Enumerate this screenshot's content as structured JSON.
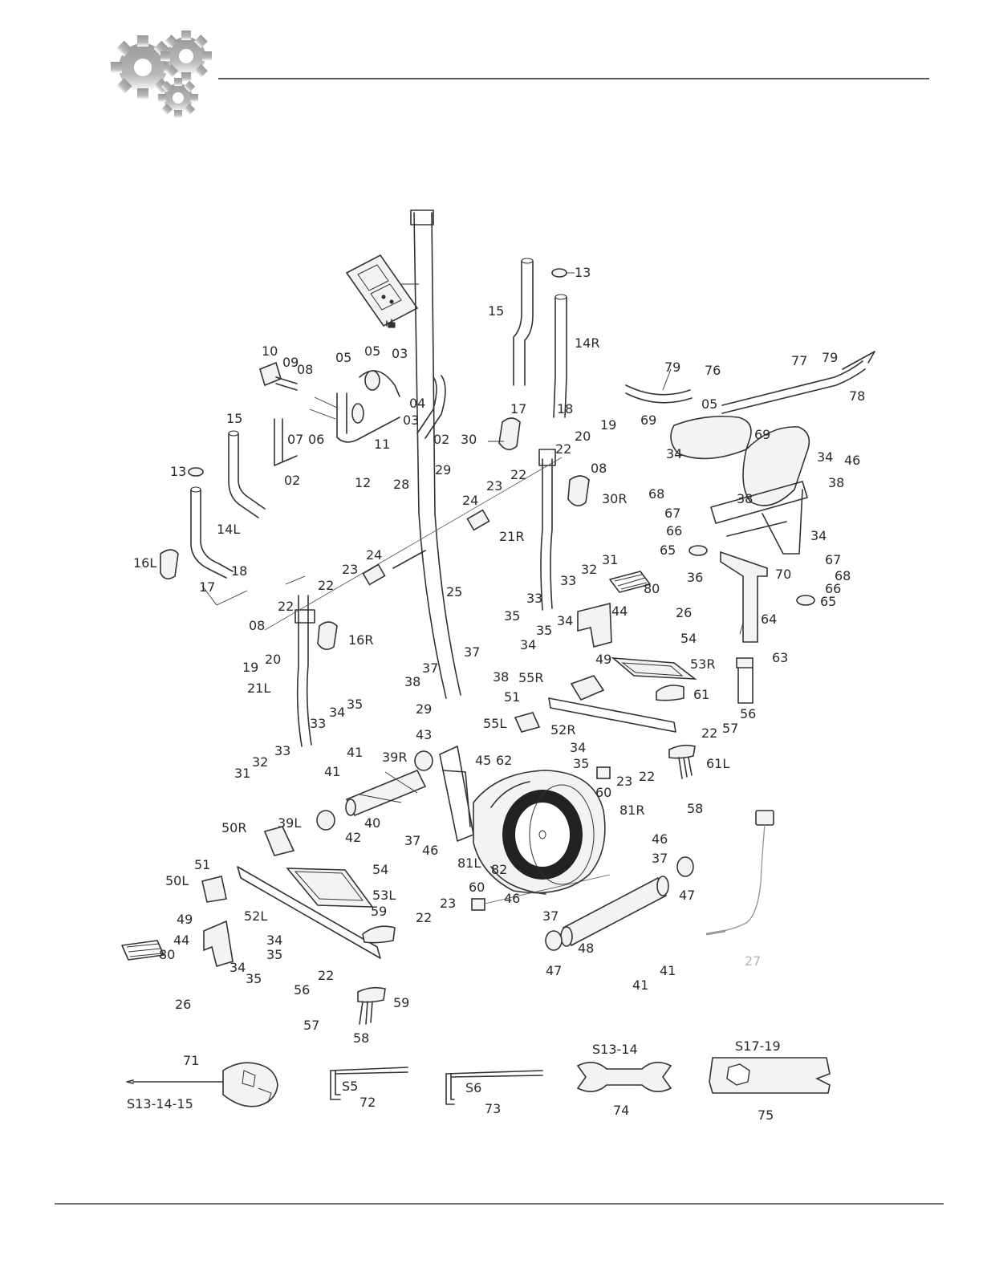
{
  "header": {
    "logo_icon": "gears-icon"
  },
  "labels": [
    {
      "id": "l13a",
      "text": "13"
    },
    {
      "id": "l15a",
      "text": "15"
    },
    {
      "id": "l14R",
      "text": "14R"
    },
    {
      "id": "l10",
      "text": "10"
    },
    {
      "id": "l09",
      "text": "09"
    },
    {
      "id": "l08a",
      "text": "08"
    },
    {
      "id": "l05a",
      "text": "05"
    },
    {
      "id": "l05b",
      "text": "05"
    },
    {
      "id": "l03a",
      "text": "03"
    },
    {
      "id": "l04",
      "text": "04"
    },
    {
      "id": "l03b",
      "text": "03"
    },
    {
      "id": "l07",
      "text": "07"
    },
    {
      "id": "l06",
      "text": "06"
    },
    {
      "id": "l11",
      "text": "11"
    },
    {
      "id": "l12",
      "text": "12"
    },
    {
      "id": "l02a",
      "text": "02"
    },
    {
      "id": "l02b",
      "text": "02"
    },
    {
      "id": "l15b",
      "text": "15"
    },
    {
      "id": "l13b",
      "text": "13"
    },
    {
      "id": "l14L",
      "text": "14L"
    },
    {
      "id": "l16L",
      "text": "16L"
    },
    {
      "id": "l17a",
      "text": "17"
    },
    {
      "id": "l18a",
      "text": "18"
    },
    {
      "id": "l30",
      "text": "30"
    },
    {
      "id": "l17b",
      "text": "17"
    },
    {
      "id": "l18b",
      "text": "18"
    },
    {
      "id": "l19a",
      "text": "19"
    },
    {
      "id": "l20a",
      "text": "20"
    },
    {
      "id": "l08b",
      "text": "08"
    },
    {
      "id": "l22a",
      "text": "22"
    },
    {
      "id": "l22b",
      "text": "22"
    },
    {
      "id": "l23a",
      "text": "23"
    },
    {
      "id": "l29a",
      "text": "29"
    },
    {
      "id": "l28",
      "text": "28"
    },
    {
      "id": "l24a",
      "text": "24"
    },
    {
      "id": "l30R",
      "text": "30R"
    },
    {
      "id": "l21R",
      "text": "21R"
    },
    {
      "id": "l79a",
      "text": "79"
    },
    {
      "id": "l76",
      "text": "76"
    },
    {
      "id": "l77",
      "text": "77"
    },
    {
      "id": "l79b",
      "text": "79"
    },
    {
      "id": "l05c",
      "text": "05"
    },
    {
      "id": "l78",
      "text": "78"
    },
    {
      "id": "l69a",
      "text": "69"
    },
    {
      "id": "l69b",
      "text": "69"
    },
    {
      "id": "l34a",
      "text": "34"
    },
    {
      "id": "l46a",
      "text": "46"
    },
    {
      "id": "l34b",
      "text": "34"
    },
    {
      "id": "l38a",
      "text": "38"
    },
    {
      "id": "l68a",
      "text": "68"
    },
    {
      "id": "l38b",
      "text": "38"
    },
    {
      "id": "l67a",
      "text": "67"
    },
    {
      "id": "l66a",
      "text": "66"
    },
    {
      "id": "l34c",
      "text": "34"
    },
    {
      "id": "l65a",
      "text": "65"
    },
    {
      "id": "l70",
      "text": "70"
    },
    {
      "id": "l67b",
      "text": "67"
    },
    {
      "id": "l68b",
      "text": "68"
    },
    {
      "id": "l66b",
      "text": "66"
    },
    {
      "id": "l36",
      "text": "36"
    },
    {
      "id": "l65b",
      "text": "65"
    },
    {
      "id": "l64",
      "text": "64"
    },
    {
      "id": "l63",
      "text": "63"
    },
    {
      "id": "l24b",
      "text": "24"
    },
    {
      "id": "l23b",
      "text": "23"
    },
    {
      "id": "l22c",
      "text": "22"
    },
    {
      "id": "l25",
      "text": "25"
    },
    {
      "id": "l31a",
      "text": "31"
    },
    {
      "id": "l32a",
      "text": "32"
    },
    {
      "id": "l33a",
      "text": "33"
    },
    {
      "id": "l80a",
      "text": "80"
    },
    {
      "id": "l33b",
      "text": "33"
    },
    {
      "id": "l35a",
      "text": "35"
    },
    {
      "id": "l35b",
      "text": "35"
    },
    {
      "id": "l34d",
      "text": "34"
    },
    {
      "id": "l34e",
      "text": "34"
    },
    {
      "id": "l44a",
      "text": "44"
    },
    {
      "id": "l26a",
      "text": "26"
    },
    {
      "id": "l54a",
      "text": "54"
    },
    {
      "id": "l49a",
      "text": "49"
    },
    {
      "id": "l53R",
      "text": "53R"
    },
    {
      "id": "l08c",
      "text": "08"
    },
    {
      "id": "l22d",
      "text": "22"
    },
    {
      "id": "l19b",
      "text": "19"
    },
    {
      "id": "l20b",
      "text": "20"
    },
    {
      "id": "l16R",
      "text": "16R"
    },
    {
      "id": "l21L",
      "text": "21L"
    },
    {
      "id": "l37a",
      "text": "37"
    },
    {
      "id": "l38c",
      "text": "38"
    },
    {
      "id": "l37b",
      "text": "37"
    },
    {
      "id": "l38d",
      "text": "38"
    },
    {
      "id": "l55R",
      "text": "55R"
    },
    {
      "id": "l51a",
      "text": "51"
    },
    {
      "id": "l61",
      "text": "61"
    },
    {
      "id": "l29b",
      "text": "29"
    },
    {
      "id": "l56a",
      "text": "56"
    },
    {
      "id": "l57a",
      "text": "57"
    },
    {
      "id": "l55L",
      "text": "55L"
    },
    {
      "id": "l52R",
      "text": "52R"
    },
    {
      "id": "l22e",
      "text": "22"
    },
    {
      "id": "l43",
      "text": "43"
    },
    {
      "id": "l34f",
      "text": "34"
    },
    {
      "id": "l35c",
      "text": "35"
    },
    {
      "id": "l35d",
      "text": "35"
    },
    {
      "id": "l34g",
      "text": "34"
    },
    {
      "id": "l33c",
      "text": "33"
    },
    {
      "id": "l32b",
      "text": "32"
    },
    {
      "id": "l31b",
      "text": "31"
    },
    {
      "id": "l33d",
      "text": "33"
    },
    {
      "id": "l41a",
      "text": "41"
    },
    {
      "id": "l41b",
      "text": "41"
    },
    {
      "id": "l39R",
      "text": "39R"
    },
    {
      "id": "l45",
      "text": "45"
    },
    {
      "id": "l62",
      "text": "62"
    },
    {
      "id": "l61L",
      "text": "61L"
    },
    {
      "id": "l22f",
      "text": "22"
    },
    {
      "id": "l23c",
      "text": "23"
    },
    {
      "id": "l60a",
      "text": "60"
    },
    {
      "id": "l58a",
      "text": "58"
    },
    {
      "id": "l81R",
      "text": "81R"
    },
    {
      "id": "l50R",
      "text": "50R"
    },
    {
      "id": "l39L",
      "text": "39L"
    },
    {
      "id": "l40",
      "text": "40"
    },
    {
      "id": "l42",
      "text": "42"
    },
    {
      "id": "l37c",
      "text": "37"
    },
    {
      "id": "l46b",
      "text": "46"
    },
    {
      "id": "l81L",
      "text": "81L"
    },
    {
      "id": "l82",
      "text": "82"
    },
    {
      "id": "l46c",
      "text": "46"
    },
    {
      "id": "l37d",
      "text": "37"
    },
    {
      "id": "l47a",
      "text": "47"
    },
    {
      "id": "l51b",
      "text": "51"
    },
    {
      "id": "l54b",
      "text": "54"
    },
    {
      "id": "l50L",
      "text": "50L"
    },
    {
      "id": "l53L",
      "text": "53L"
    },
    {
      "id": "l49b",
      "text": "49"
    },
    {
      "id": "l52L",
      "text": "52L"
    },
    {
      "id": "l59a",
      "text": "59"
    },
    {
      "id": "l23d",
      "text": "23"
    },
    {
      "id": "l22g",
      "text": "22"
    },
    {
      "id": "l60b",
      "text": "60"
    },
    {
      "id": "l46d",
      "text": "46"
    },
    {
      "id": "l37e",
      "text": "37"
    },
    {
      "id": "l44b",
      "text": "44"
    },
    {
      "id": "l34h",
      "text": "34"
    },
    {
      "id": "l35e",
      "text": "35"
    },
    {
      "id": "l80b",
      "text": "80"
    },
    {
      "id": "l34i",
      "text": "34"
    },
    {
      "id": "l35f",
      "text": "35"
    },
    {
      "id": "l48",
      "text": "48"
    },
    {
      "id": "l47b",
      "text": "47"
    },
    {
      "id": "l26b",
      "text": "26"
    },
    {
      "id": "l22h",
      "text": "22"
    },
    {
      "id": "l56b",
      "text": "56"
    },
    {
      "id": "l57b",
      "text": "57"
    },
    {
      "id": "l59b",
      "text": "59"
    },
    {
      "id": "l58b",
      "text": "58"
    },
    {
      "id": "l41c",
      "text": "41"
    },
    {
      "id": "l41d",
      "text": "41"
    },
    {
      "id": "l27",
      "text": "27"
    },
    {
      "id": "l71",
      "text": "71"
    },
    {
      "id": "lS131415",
      "text": "S13-14-15"
    },
    {
      "id": "lS5",
      "text": "S5"
    },
    {
      "id": "l72",
      "text": "72"
    },
    {
      "id": "lS6",
      "text": "S6"
    },
    {
      "id": "l73",
      "text": "73"
    },
    {
      "id": "lS1314",
      "text": "S13-14"
    },
    {
      "id": "l74",
      "text": "74"
    },
    {
      "id": "lS1719",
      "text": "S17-19"
    },
    {
      "id": "l75",
      "text": "75"
    }
  ]
}
